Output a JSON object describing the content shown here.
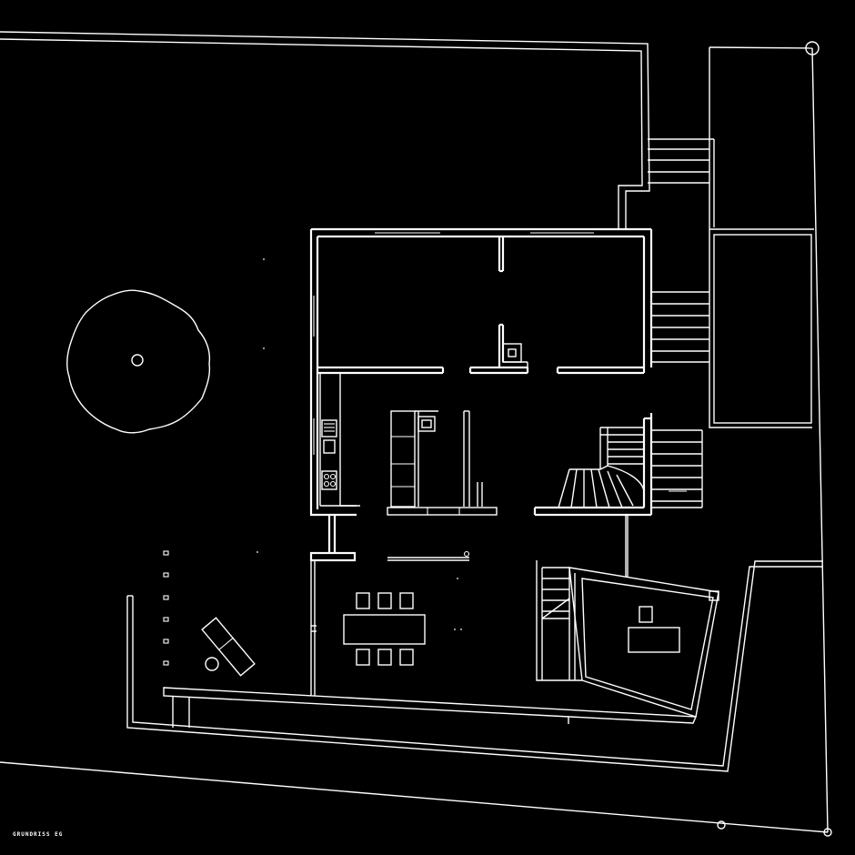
{
  "drawing": {
    "caption": "GRUNDRISS EG",
    "background_color": "#000000",
    "line_color": "#ffffff"
  },
  "icons": [
    "tree-symbol",
    "stair-symbol",
    "chimney-symbol",
    "table-symbol",
    "sun-lounger-symbol"
  ]
}
